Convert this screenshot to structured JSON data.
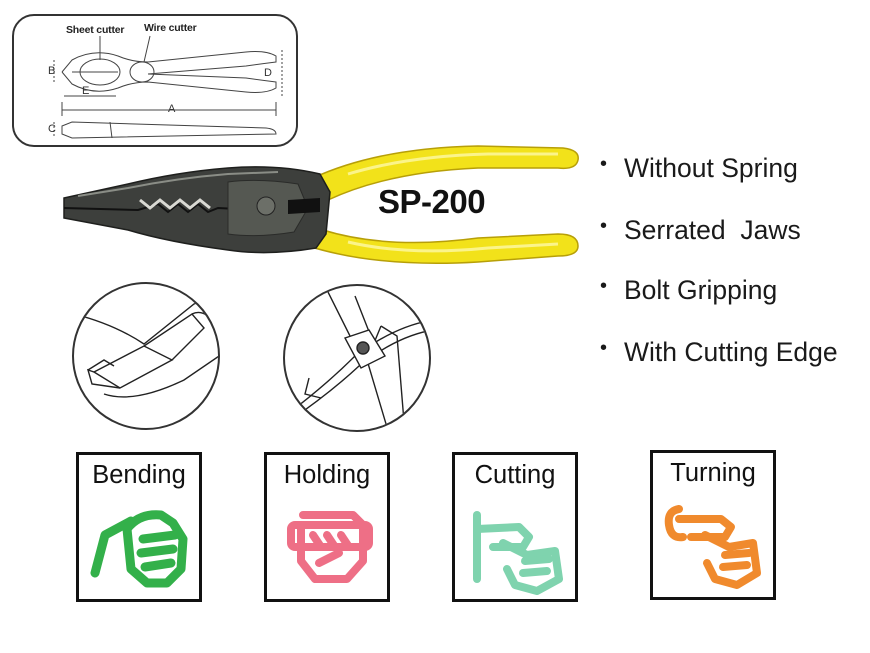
{
  "diagram": {
    "labels": {
      "sheet_cutter": "Sheet cutter",
      "wire_cutter": "Wire cutter"
    },
    "dimensions": [
      "A",
      "B",
      "C",
      "D",
      "E"
    ]
  },
  "product": {
    "model": "SP-200"
  },
  "features": [
    "Without Spring",
    "Serrated  Jaws",
    "Bolt Gripping",
    "With Cutting Edge"
  ],
  "functions": [
    {
      "label": "Bending",
      "color": "#33b04a"
    },
    {
      "label": "Holding",
      "color": "#ee6f86"
    },
    {
      "label": "Cutting",
      "color": "#7fd3ae"
    },
    {
      "label": "Turning",
      "color": "#f08a2d"
    }
  ],
  "colors": {
    "handle_yellow": "#f2e21a",
    "handle_shadow": "#c9b40d",
    "steel": "#3d3f3c",
    "steel_light": "#7c7f78"
  }
}
